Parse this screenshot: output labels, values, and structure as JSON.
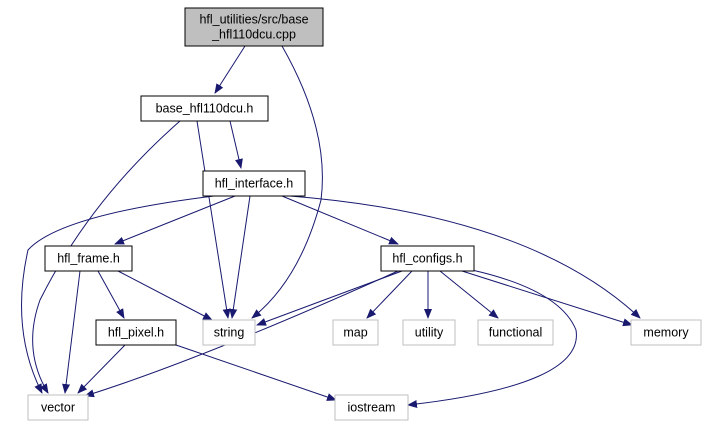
{
  "colors": {
    "edge": "#191970",
    "root_fill": "#bfbfbf",
    "internal_stroke": "#000000",
    "external_stroke": "#bfbfbf",
    "fill": "#ffffff"
  },
  "nodes": [
    {
      "id": "root",
      "kind": "root",
      "lines": [
        "hfl_utilities/src/base",
        "_hfl110dcu.cpp"
      ]
    },
    {
      "id": "base_h",
      "kind": "internal",
      "lines": [
        "base_hfl110dcu.h"
      ]
    },
    {
      "id": "interface_h",
      "kind": "internal",
      "lines": [
        "hfl_interface.h"
      ]
    },
    {
      "id": "frame_h",
      "kind": "internal",
      "lines": [
        "hfl_frame.h"
      ]
    },
    {
      "id": "configs_h",
      "kind": "internal",
      "lines": [
        "hfl_configs.h"
      ]
    },
    {
      "id": "pixel_h",
      "kind": "internal",
      "lines": [
        "hfl_pixel.h"
      ]
    },
    {
      "id": "string",
      "kind": "external",
      "lines": [
        "string"
      ]
    },
    {
      "id": "map",
      "kind": "external",
      "lines": [
        "map"
      ]
    },
    {
      "id": "utility",
      "kind": "external",
      "lines": [
        "utility"
      ]
    },
    {
      "id": "functional",
      "kind": "external",
      "lines": [
        "functional"
      ]
    },
    {
      "id": "memory",
      "kind": "external",
      "lines": [
        "memory"
      ]
    },
    {
      "id": "vector",
      "kind": "external",
      "lines": [
        "vector"
      ]
    },
    {
      "id": "iostream",
      "kind": "external",
      "lines": [
        "iostream"
      ]
    }
  ],
  "edges": [
    {
      "from": "root",
      "to": "base_h"
    },
    {
      "from": "root",
      "to": "string"
    },
    {
      "from": "base_h",
      "to": "interface_h"
    },
    {
      "from": "base_h",
      "to": "string"
    },
    {
      "from": "base_h",
      "to": "vector"
    },
    {
      "from": "interface_h",
      "to": "frame_h"
    },
    {
      "from": "interface_h",
      "to": "configs_h"
    },
    {
      "from": "interface_h",
      "to": "string"
    },
    {
      "from": "interface_h",
      "to": "vector"
    },
    {
      "from": "interface_h",
      "to": "memory"
    },
    {
      "from": "frame_h",
      "to": "pixel_h"
    },
    {
      "from": "frame_h",
      "to": "string"
    },
    {
      "from": "frame_h",
      "to": "vector"
    },
    {
      "from": "configs_h",
      "to": "string"
    },
    {
      "from": "configs_h",
      "to": "map"
    },
    {
      "from": "configs_h",
      "to": "utility"
    },
    {
      "from": "configs_h",
      "to": "functional"
    },
    {
      "from": "configs_h",
      "to": "memory"
    },
    {
      "from": "configs_h",
      "to": "vector"
    },
    {
      "from": "configs_h",
      "to": "iostream"
    },
    {
      "from": "pixel_h",
      "to": "vector"
    },
    {
      "from": "pixel_h",
      "to": "iostream"
    }
  ]
}
